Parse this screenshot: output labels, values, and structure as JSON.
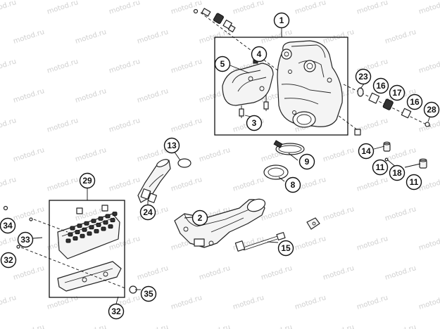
{
  "watermark": "motod.ru",
  "callouts": {
    "c1": "1",
    "c2": "2",
    "c3": "3",
    "c4": "4",
    "c5": "5",
    "c8": "8",
    "c9": "9",
    "c11a": "11",
    "c11b": "11",
    "c13": "13",
    "c14": "14",
    "c15": "15",
    "c16a": "16",
    "c16b": "16",
    "c17": "17",
    "c18": "18",
    "c23": "23",
    "c24": "24",
    "c28": "28",
    "c29": "29",
    "c32a": "32",
    "c32b": "32",
    "c33": "33",
    "c34": "34",
    "c35": "35"
  }
}
